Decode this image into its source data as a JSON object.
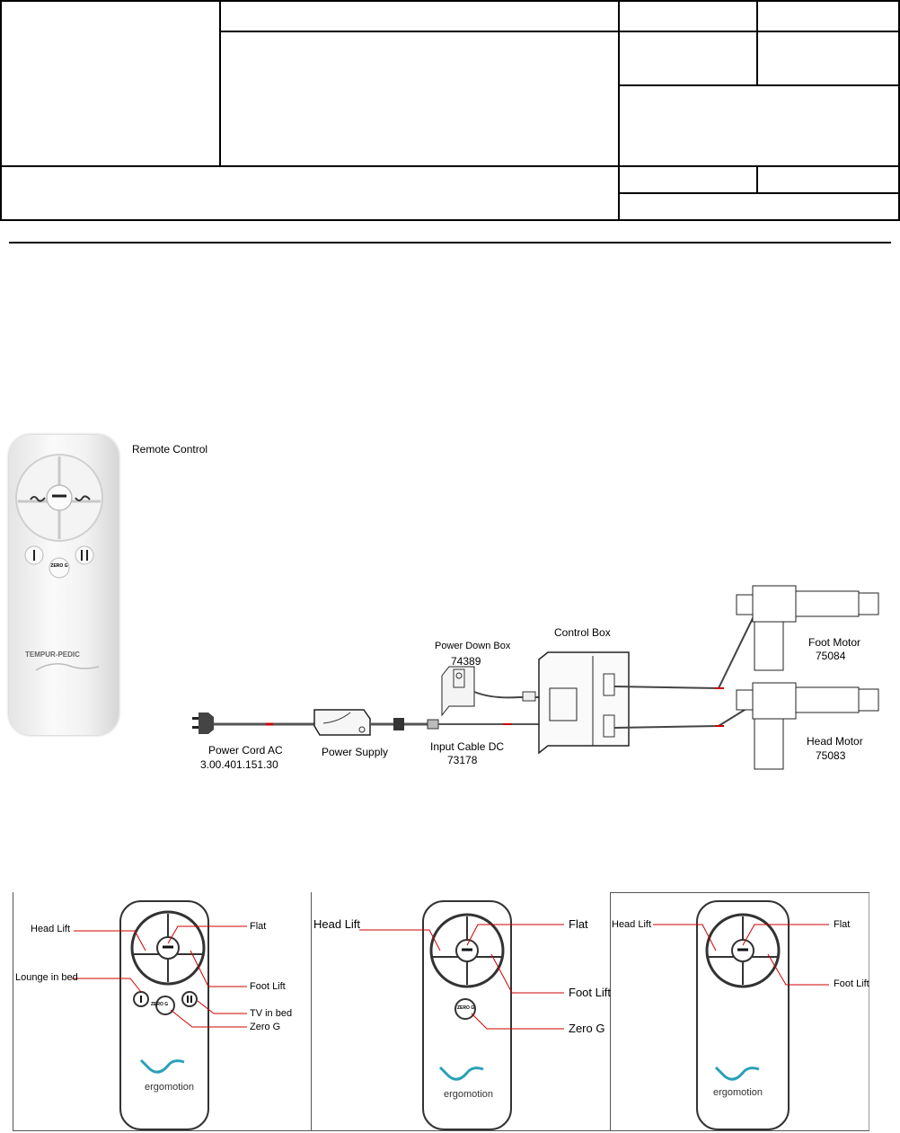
{
  "diagram": {
    "remote_label": "Remote Control",
    "power_down_box": {
      "label": "Power Down Box",
      "part": "74389"
    },
    "control_box": "Control Box",
    "foot_motor": {
      "label": "Foot Motor",
      "part": "75084"
    },
    "head_motor": {
      "label": "Head  Motor",
      "part": "75083"
    },
    "power_cord": {
      "label": "Power Cord AC",
      "part": "3.00.401.151.30"
    },
    "power_supply": "Power Supply",
    "input_cable": {
      "label": "Input Cable DC",
      "part": "73178"
    },
    "remote_brand": "TEMPUR-PEDIC",
    "remote_zero_g": "ZERO G"
  },
  "remotes": [
    {
      "labels": {
        "head_lift": "Head Lift",
        "flat": "Flat",
        "lounge": "Lounge in bed",
        "foot_lift": "Foot Lift",
        "tv": "TV in bed",
        "zero_g": "Zero G"
      },
      "brand": "ergomotion",
      "zero_g_button": "ZERO G"
    },
    {
      "labels": {
        "head_lift": "Head Lift",
        "flat": "Flat",
        "foot_lift": "Foot Lift",
        "zero_g": "Zero G"
      },
      "brand": "ergomotion",
      "zero_g_button": "ZERO G"
    },
    {
      "labels": {
        "head_lift": "Head Lift",
        "flat": "Flat",
        "foot_lift": "Foot Lift"
      },
      "brand": "ergomotion"
    }
  ]
}
